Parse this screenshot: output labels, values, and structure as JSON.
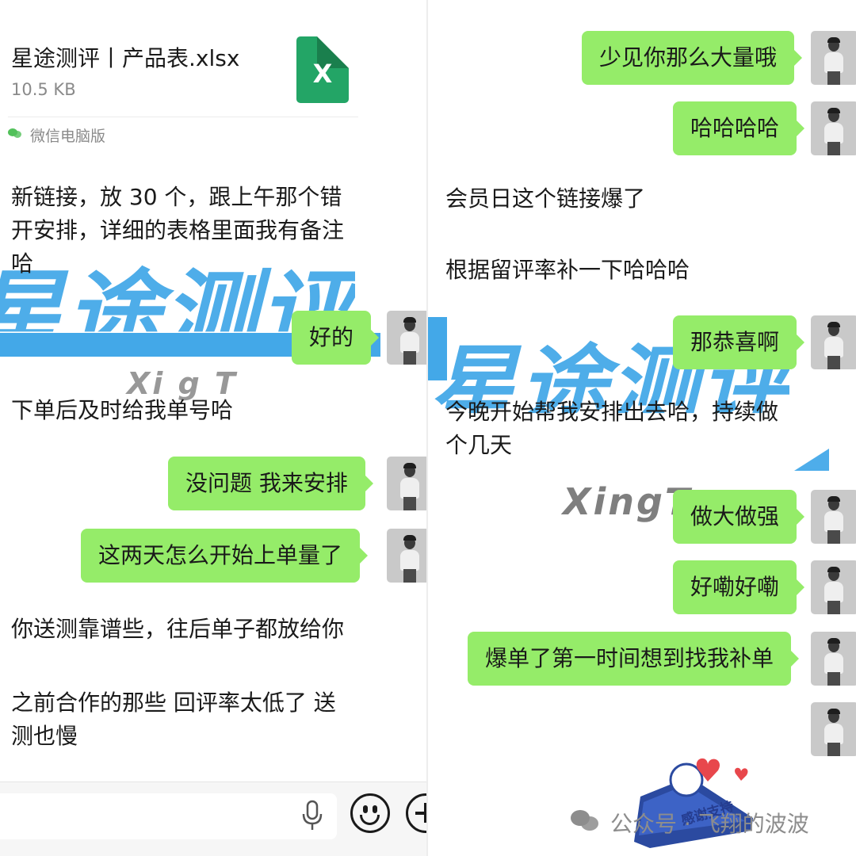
{
  "file": {
    "name": "星途测评丨产品表.xlsx",
    "size": "10.5 KB",
    "icon_letter": "X",
    "source": "微信电脑版"
  },
  "watermark": {
    "left_line": "星途测评",
    "right_line": "星途测评",
    "latin": "XingT",
    "left_latin": "Xi  g T"
  },
  "left_chat": {
    "msg1": [
      "新链接，放 30 个，跟上午那个错",
      "开安排，详细的表格里面我有备注",
      "哈"
    ],
    "bubble1": "好的",
    "msg2": "下单后及时给我单号哈",
    "bubble2": "没问题 我来安排",
    "bubble3": "这两天怎么开始上单量了",
    "msg3": "你送测靠谱些，往后单子都放给你",
    "msg4": [
      "之前合作的那些 回评率太低了 送",
      "测也慢"
    ]
  },
  "right_chat": {
    "bubble1": "少见你那么大量哦",
    "bubble2": "哈哈哈哈",
    "msg1": "会员日这个链接爆了",
    "msg2": "根据留评率补一下哈哈哈",
    "bubble3": "那恭喜啊",
    "msg3": [
      "今晚开始帮我安排出去哈，持续做",
      "个几天"
    ],
    "bubble4": "做大做强",
    "bubble5": "好嘞好嘞",
    "bubble6": "爆单了第一时间想到找我补单"
  },
  "footer": {
    "account": "公众号 · 飞翔的波波",
    "sticker": "感谢支持"
  },
  "colors": {
    "bubble": "#95ec69",
    "watermark": "#2f9fe6",
    "excel": "#23a566"
  },
  "icons": [
    "excel-file-icon",
    "wechat-icon",
    "microphone-icon",
    "emoji-icon",
    "plus-icon"
  ]
}
